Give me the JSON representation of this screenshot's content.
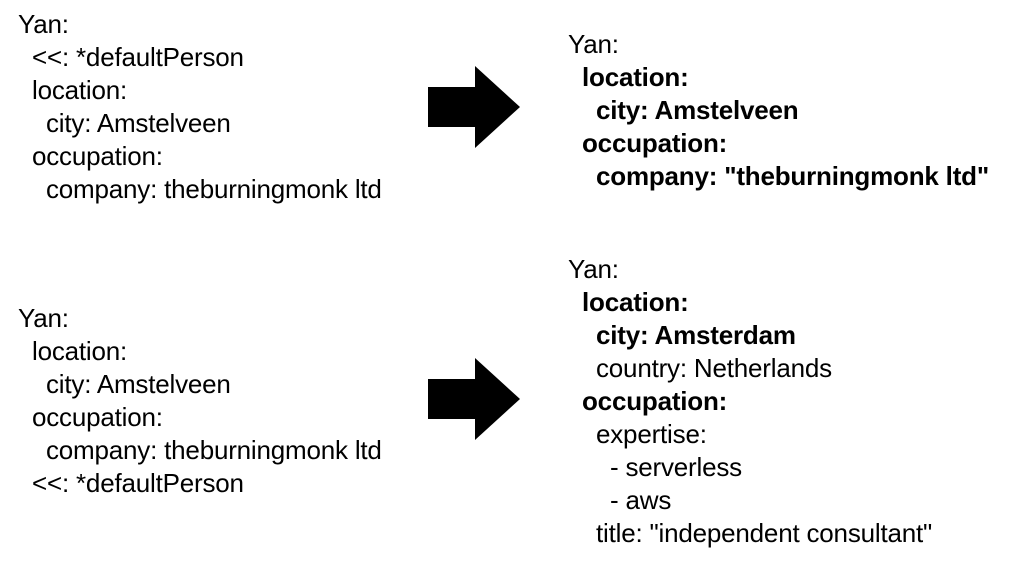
{
  "figure": {
    "background": "#ffffff",
    "text_color": "#000000",
    "arrow_color": "#000000"
  },
  "arrows": [
    {
      "icon": "right-arrow"
    },
    {
      "icon": "right-arrow"
    }
  ],
  "examples": [
    {
      "id": "merge-key-first",
      "source": {
        "lines": [
          {
            "text": "Yan:",
            "indent": 0,
            "bold": false
          },
          {
            "text": "<<: *defaultPerson",
            "indent": 1,
            "bold": false
          },
          {
            "text": "location:",
            "indent": 1,
            "bold": false
          },
          {
            "text": "city: Amstelveen",
            "indent": 2,
            "bold": false
          },
          {
            "text": "occupation:",
            "indent": 1,
            "bold": false
          },
          {
            "text": "company: theburningmonk ltd",
            "indent": 2,
            "bold": false
          }
        ]
      },
      "result": {
        "lines": [
          {
            "text": "Yan:",
            "indent": 0,
            "bold": false
          },
          {
            "text": "location:",
            "indent": 1,
            "bold": true
          },
          {
            "text": "city: Amstelveen",
            "indent": 2,
            "bold": true
          },
          {
            "text": "occupation:",
            "indent": 1,
            "bold": true
          },
          {
            "text": "company: \"theburningmonk ltd\"",
            "indent": 2,
            "bold": true
          }
        ]
      }
    },
    {
      "id": "merge-key-last",
      "source": {
        "lines": [
          {
            "text": "Yan:",
            "indent": 0,
            "bold": false
          },
          {
            "text": "location:",
            "indent": 1,
            "bold": false
          },
          {
            "text": "city: Amstelveen",
            "indent": 2,
            "bold": false
          },
          {
            "text": "occupation:",
            "indent": 1,
            "bold": false
          },
          {
            "text": "company: theburningmonk ltd",
            "indent": 2,
            "bold": false
          },
          {
            "text": "<<: *defaultPerson",
            "indent": 1,
            "bold": false
          }
        ]
      },
      "result": {
        "lines": [
          {
            "text": "Yan:",
            "indent": 0,
            "bold": false
          },
          {
            "text": "location:",
            "indent": 1,
            "bold": true
          },
          {
            "text": "city: Amsterdam",
            "indent": 2,
            "bold": true
          },
          {
            "text": "country: Netherlands",
            "indent": 2,
            "bold": false
          },
          {
            "text": "occupation:",
            "indent": 1,
            "bold": true
          },
          {
            "text": "expertise:",
            "indent": 2,
            "bold": false
          },
          {
            "text": "- serverless",
            "indent": 3,
            "bold": false
          },
          {
            "text": "- aws",
            "indent": 3,
            "bold": false
          },
          {
            "text": "title: \"independent consultant\"",
            "indent": 2,
            "bold": false
          }
        ]
      }
    }
  ]
}
